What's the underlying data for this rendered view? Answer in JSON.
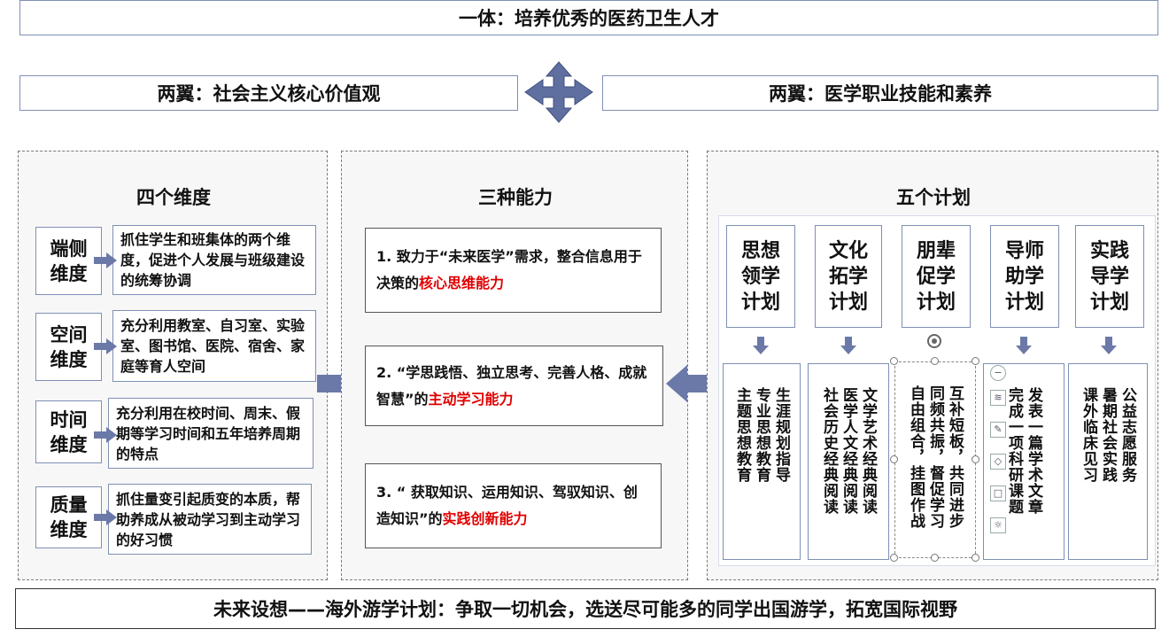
{
  "top_banner": "一体：培养优秀的医药卫生人才",
  "wing_left": "两翼：社会主义核心价值观",
  "wing_right": "两翼：医学职业技能和素养",
  "four_dimensions": {
    "title": "四个维度",
    "items": [
      {
        "label": "端侧\n维度",
        "desc": "抓住学生和班集体的两个维度，促进个人发展与班级建设的统筹协调"
      },
      {
        "label": "空间\n维度",
        "desc": "充分利用教室、自习室、实验室、图书馆、医院、宿舍、家庭等育人空间"
      },
      {
        "label": "时间\n维度",
        "desc": "充分利用在校时间、周末、假期等学习时间和五年培养周期的特点"
      },
      {
        "label": "质量\n维度",
        "desc": "抓住量变引起质变的本质，帮助养成从被动学习到主动学习的好习惯"
      }
    ]
  },
  "three_abilities": {
    "title": "三种能力",
    "items": [
      {
        "text": "1. 致力于“未来医学”需求，整合信息用于决策的",
        "highlight": "核心思维能力"
      },
      {
        "text": "2. “学思践悟、独立思考、完善人格、成就智慧”的",
        "highlight": "主动学习能力"
      },
      {
        "text": "3. “ 获取知识、运用知识、驾驭知识、创造知识”的",
        "highlight": "实践创新能力"
      }
    ]
  },
  "five_plans": {
    "title": "五个计划",
    "items": [
      {
        "head": "思想\n领学\n计划",
        "body": "生涯规划指导\n专业思想教育\n主题思想教育"
      },
      {
        "head": "文化\n拓学\n计划",
        "body": "文学艺术经典阅读\n医学人文经典阅读\n社会历史经典阅读"
      },
      {
        "head": "朋辈\n促学\n计划",
        "body": "互补短板，共同进步\n同频共振，督促学习\n自由组合，挂图作战"
      },
      {
        "head": "导师\n助学\n计划",
        "body": "发表一篇学术文章\n完成一项科研课题"
      },
      {
        "head": "实践\n导学\n计划",
        "body": "公益志愿服务\n暑期社会实践\n课外临床见习"
      }
    ]
  },
  "bottom_banner": "未来设想——海外游学计划：争取一切机会，选送尽可能多的同学出国游学，拓宽国际视野",
  "colors": {
    "arrow": "#6b79a8",
    "border": "#7f8fb5",
    "highlight": "#e00000"
  }
}
